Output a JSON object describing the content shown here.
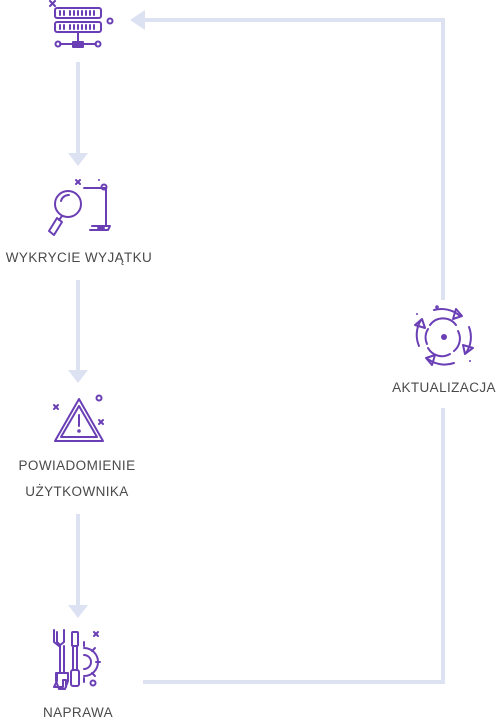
{
  "steps": {
    "monitoring": {
      "icon": "server-icon"
    },
    "detection": {
      "label": "WYKRYCIE WYJĄTKU",
      "icon": "magnifier-laptop-icon"
    },
    "notification": {
      "label_line1": "POWIADOMIENIE",
      "label_line2": "UŻYTKOWNIKA",
      "icon": "warning-triangle-icon"
    },
    "repair": {
      "label": "NAPRAWA",
      "icon": "tools-gear-icon"
    },
    "update": {
      "label": "AKTUALIZACJA",
      "icon": "refresh-cycle-icon"
    }
  },
  "colors": {
    "icon": "#6a3fb5",
    "connector": "#dde2f2",
    "label": "#4a4a4a"
  }
}
